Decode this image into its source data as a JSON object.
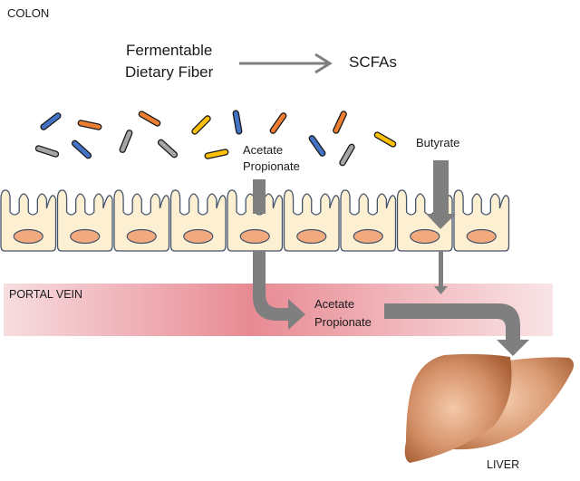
{
  "labels": {
    "colon": "COLON",
    "fiber_line1": "Fermentable",
    "fiber_line2": "Dietary Fiber",
    "scfas": "SCFAs",
    "acetate_top_line1": "Acetate",
    "acetate_top_line2": "Propionate",
    "butyrate": "Butyrate",
    "portal_vein": "PORTAL VEIN",
    "acetate_mid_line1": "Acetate",
    "acetate_mid_line2": "Propionate",
    "liver": "LIVER"
  },
  "colors": {
    "arrow": "#7f7f7f",
    "cell_fill": "#fdf0d2",
    "cell_stroke": "#44546a",
    "nucleus": "#f2a97e",
    "portal_vein": "#e8868f",
    "liver": "#b36b3f",
    "bacteria_blue": "#4472c4",
    "bacteria_orange": "#ed7d31",
    "bacteria_gray": "#a5a5a5",
    "bacteria_yellow": "#ffc000"
  },
  "epithelium": {
    "cell_count": 9
  },
  "bacteria": [
    {
      "color": "blue"
    },
    {
      "color": "orange"
    },
    {
      "color": "orange"
    },
    {
      "color": "yellow"
    },
    {
      "color": "blue"
    },
    {
      "color": "orange"
    },
    {
      "color": "orange"
    },
    {
      "color": "yellow"
    },
    {
      "color": "gray"
    },
    {
      "color": "blue"
    },
    {
      "color": "gray"
    },
    {
      "color": "gray"
    },
    {
      "color": "blue"
    },
    {
      "color": "gray"
    },
    {
      "color": "yellow"
    }
  ]
}
